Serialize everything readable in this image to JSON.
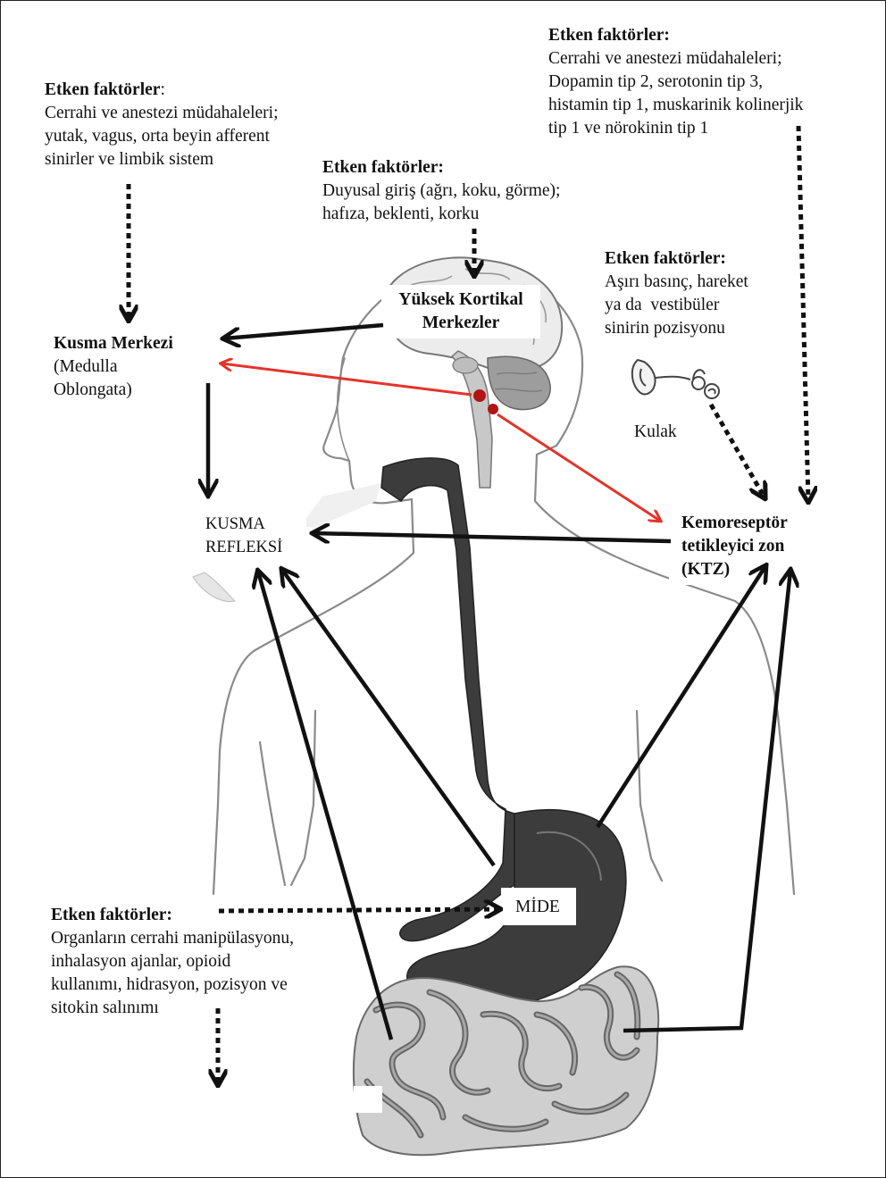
{
  "factors": {
    "top_left": {
      "heading": "Etken faktörler",
      "heading_suffix": ":",
      "lines": [
        "Cerrahi ve anestezi müdahaleleri;",
        "yutak, vagus, orta beyin afferent",
        "sinirler ve limbik sistem"
      ]
    },
    "top_middle": {
      "heading": "Etken faktörler:",
      "lines": [
        "Duyusal giriş (ağrı, koku, görme);",
        "hafıza, beklenti, korku"
      ]
    },
    "top_right": {
      "heading": "Etken faktörler:",
      "lines": [
        "Cerrahi ve anestezi müdahaleleri;",
        "Dopamin tip 2, serotonin tip 3,",
        "histamin tip 1, muskarinik kolinerjik",
        "tip 1 ve nörokinin tip 1"
      ]
    },
    "middle_right": {
      "heading": "Etken faktörler:",
      "lines": [
        "Aşırı basınç, hareket",
        "ya da  vestibüler",
        "sinirin pozisyonu"
      ]
    },
    "bottom_left": {
      "heading": "Etken faktörler:",
      "lines": [
        "Organların cerrahi manipülasyonu,",
        "inhalasyon ajanlar, opioid",
        "kullanımı, hidrasyon, pozisyon ve",
        "sitokin salınımı"
      ]
    }
  },
  "nodes": {
    "cortical": [
      "Yüksek Kortikal",
      "Merkezler"
    ],
    "vomiting_center": {
      "title": "Kusma Merkezi",
      "lines": [
        "(Medulla",
        "Oblongata)"
      ]
    },
    "reflex": [
      "KUSMA",
      "REFLEKSİ"
    ],
    "ctz": [
      "Kemoreseptör",
      "tetikleyici zon",
      "(KTZ)"
    ],
    "ear": "Kulak",
    "stomach": "MİDE"
  },
  "colors": {
    "solid_arrow": "#111111",
    "neural_arrow": "#e3342a",
    "nucleus": "#b01414",
    "gut": "#3c3c3c",
    "outline": "#8a8a8a"
  }
}
